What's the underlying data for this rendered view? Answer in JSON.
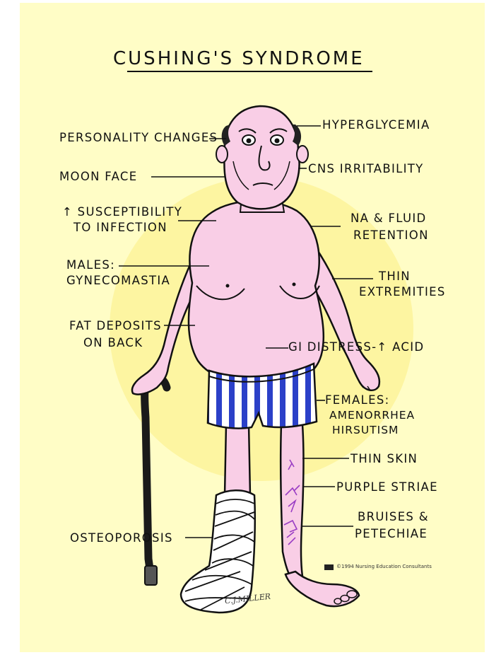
{
  "title": "CUSHING'S SYNDROME",
  "labels": {
    "personality": "PERSONALITY CHANGES",
    "moon_face": "MOON FACE",
    "infection_1": "↑ SUSCEPTIBILITY",
    "infection_2": "TO INFECTION",
    "males_1": "MALES:",
    "males_2": "GYNECOMASTIA",
    "fat_1": "FAT DEPOSITS",
    "fat_2": "ON BACK",
    "osteoporosis": "OSTEOPOROSIS",
    "hyperglycemia": "HYPERGLYCEMIA",
    "cns": "CNS IRRITABILITY",
    "na_1": "NA & FLUID",
    "na_2": "RETENTION",
    "thin_ext_1": "THIN",
    "thin_ext_2": "EXTREMITIES",
    "gi": "GI DISTRESS-↑ ACID",
    "females_1": "FEMALES:",
    "females_2": "AMENORRHEA",
    "females_3": "HIRSUTISM",
    "thin_skin": "THIN SKIN",
    "purple_striae": "PURPLE STRIAE",
    "bruises_1": "BRUISES &",
    "bruises_2": "PETECHIAE"
  },
  "copyright": "©1994 Nursing Education Consultants",
  "signature": "C.J.MILLER",
  "colors": {
    "background": "#fffdc6",
    "halo": "#fdf5a1",
    "skin": "#f9cee6",
    "shorts_stripe": "#2b40c8",
    "striae": "#9a3dc4"
  }
}
